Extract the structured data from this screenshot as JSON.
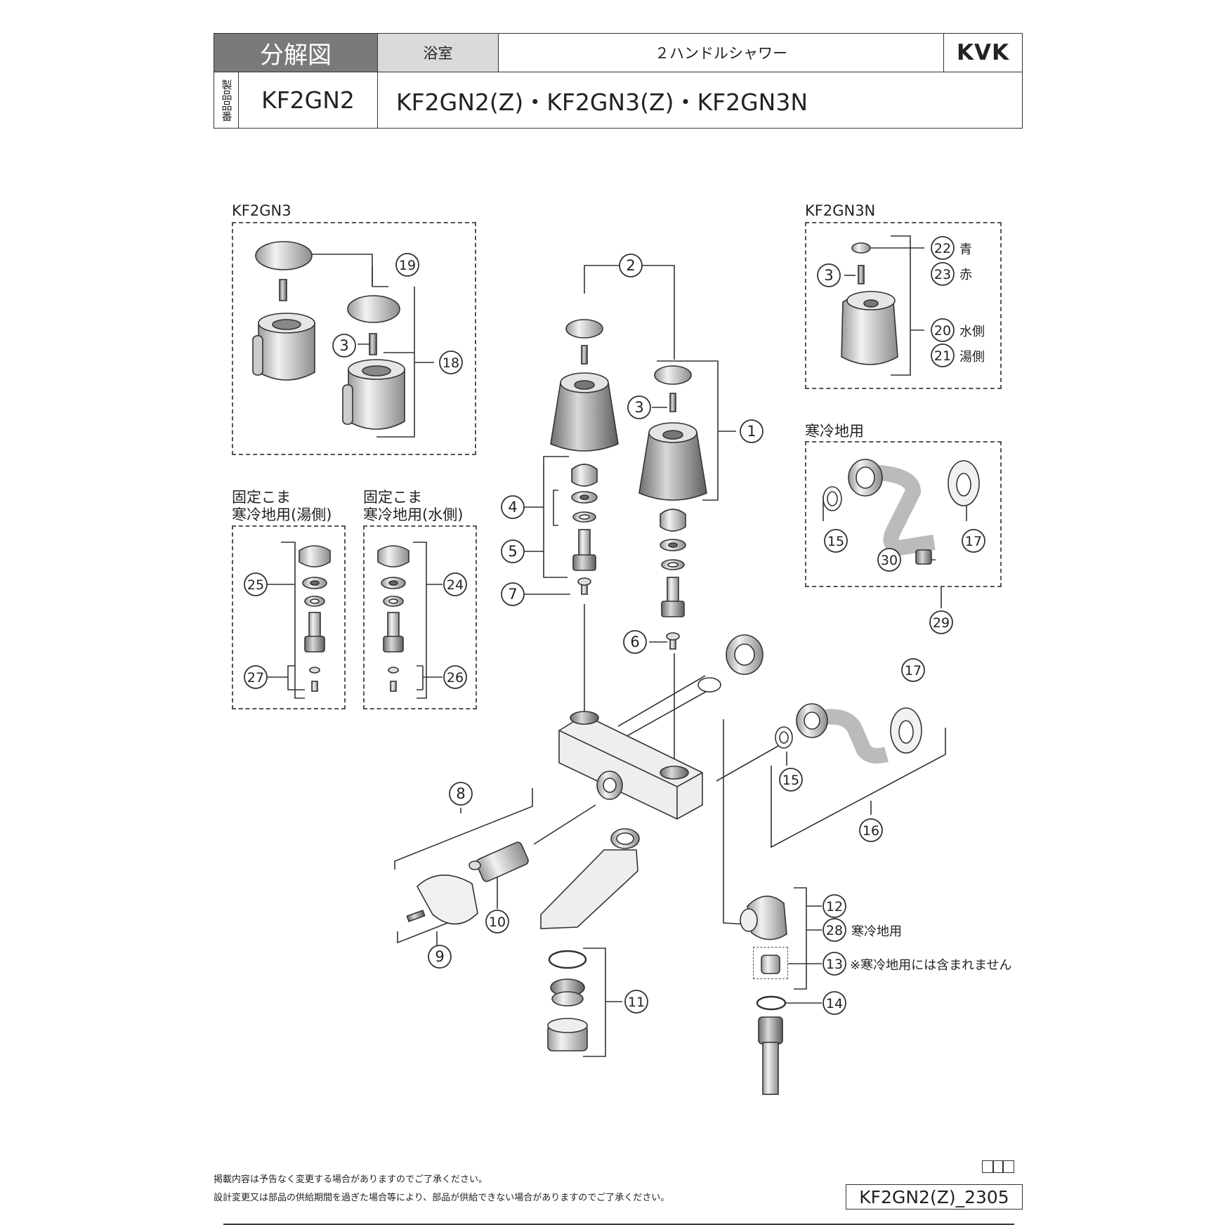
{
  "header": {
    "title": "分解図",
    "category": "浴室",
    "product_type": "２ハンドルシャワー",
    "brand": "KVK",
    "vertical_label": "製品品番",
    "model": "KF2GN2",
    "variants": "KF2GN2(Z)・KF2GN3(Z)・KF2GN3N"
  },
  "sections": {
    "kf2gn3": "KF2GN3",
    "kf2gn3n": "KF2GN3N",
    "cold_region": "寒冷地用",
    "fixed_hot_1": "固定こま",
    "fixed_hot_2": "寒冷地用(湯側)",
    "fixed_cold_1": "固定こま",
    "fixed_cold_2": "寒冷地用(水側)"
  },
  "notes": {
    "n22": "青",
    "n23": "赤",
    "n20": "水側",
    "n21": "湯側",
    "n28": "寒冷地用",
    "n13": "※寒冷地用には含まれません"
  },
  "callouts": [
    "1",
    "2",
    "3",
    "4",
    "5",
    "6",
    "7",
    "8",
    "9",
    "10",
    "11",
    "12",
    "13",
    "14",
    "15",
    "16",
    "17",
    "18",
    "19",
    "20",
    "21",
    "22",
    "23",
    "24",
    "25",
    "26",
    "27",
    "28",
    "29",
    "30"
  ],
  "footer": {
    "line1": "掲載内容は予告なく変更する場合がありますのでご了承ください。",
    "line2": "設計変更又は部品の供給期間を過ぎた場合等により、部品が供給できない場合がありますのでご了承ください。",
    "doc_id": "KF2GN2(Z)_2305"
  }
}
